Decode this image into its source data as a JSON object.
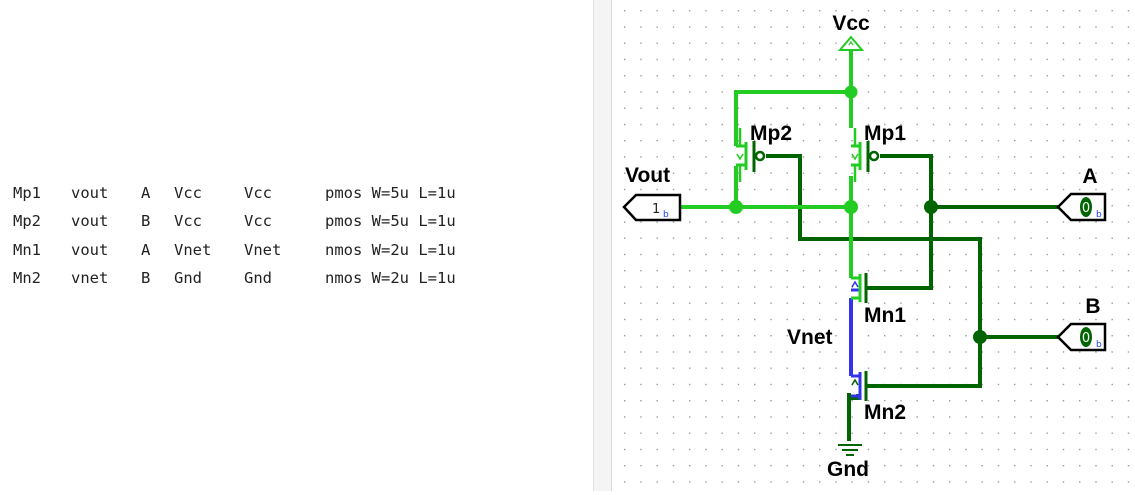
{
  "netlist": {
    "rows": [
      [
        "Mp1",
        "vout",
        "A",
        "Vcc",
        "Vcc",
        "pmos W=5u L=1u"
      ],
      [
        "Mp2",
        "vout",
        "B",
        "Vcc",
        "Vcc",
        "pmos W=5u L=1u"
      ],
      [
        "Mn1",
        "vout",
        "A",
        "Vnet",
        "Vnet",
        "nmos W=2u L=1u"
      ],
      [
        "Mn2",
        "vnet",
        "B",
        "Gnd",
        "Gnd",
        "nmos W=2u L=1u"
      ]
    ]
  },
  "schematic": {
    "labels": {
      "vcc": "Vcc",
      "gnd": "Gnd",
      "vout": "Vout",
      "a": "A",
      "b": "B",
      "vnet": "Vnet",
      "mp1": "Mp1",
      "mp2": "Mp2",
      "mn1": "Mn1",
      "mn2": "Mn2"
    },
    "pins": {
      "vout_value": "1",
      "vout_sub": "b",
      "a_value": "0",
      "a_sub": "b",
      "b_value": "0",
      "b_sub": "b"
    },
    "colors": {
      "high_wire": "#22cc22",
      "low_wire": "#006400",
      "mid_wire": "#3333ee",
      "grid_dot": "#9a9a9a"
    }
  }
}
